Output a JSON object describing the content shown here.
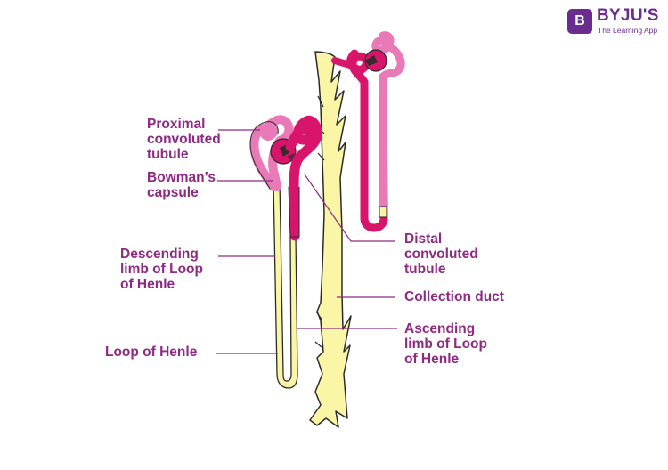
{
  "brand": {
    "logo_letter": "B",
    "name": "BYJU'S",
    "tagline": "The Learning App"
  },
  "labels": {
    "pct": [
      "Proximal",
      "convoluted",
      "tubule"
    ],
    "bowman": [
      "Bowman’s",
      "capsule"
    ],
    "descending": [
      "Descending",
      "limb of Loop",
      "of Henle"
    ],
    "loop": [
      "Loop of Henle"
    ],
    "dct": [
      "Distal",
      "convoluted",
      "tubule"
    ],
    "collection": [
      "Collection duct"
    ],
    "ascending": [
      "Ascending",
      "limb of Loop",
      "of Henle"
    ]
  },
  "colors": {
    "label_text": "#8e2a82",
    "leader_line": "#8e2a82",
    "duct_fill": "#fbf5a6",
    "pct_pink": "#ea7ab7",
    "dct_magenta": "#d9156b",
    "capillary_dark": "#3a2a2a",
    "brand": "#6b2c8f"
  }
}
